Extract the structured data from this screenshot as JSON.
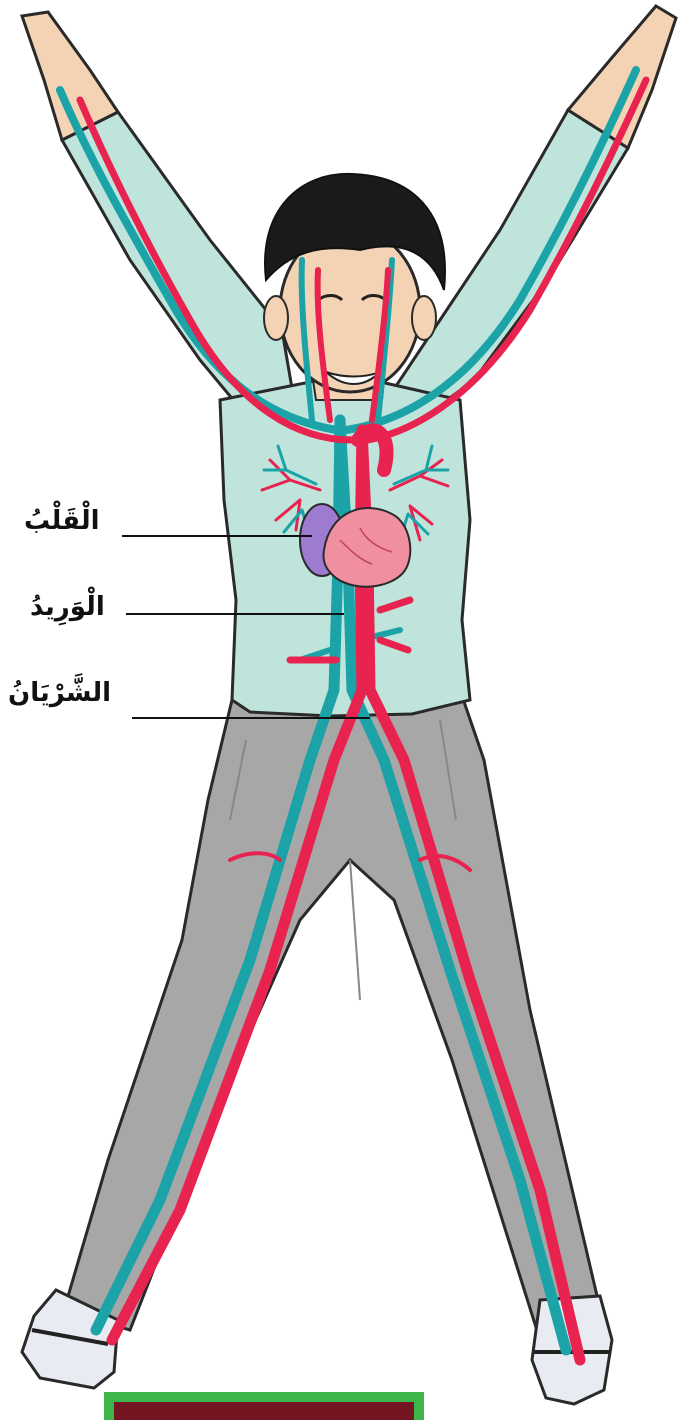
{
  "labels": {
    "heart": "الْقَلْبُ",
    "vein": "الْوَرِيدُ",
    "artery": "الشَّرْيَانُ"
  },
  "colors": {
    "artery": "#e8234f",
    "vein": "#1ba3a8",
    "shirt": "#bfe4dc",
    "pants": "#a9a9a9",
    "skin": "#f3d3b4",
    "hair": "#1a1a1a",
    "heart": "#f08fa0",
    "heart_atrium": "#9d7bd0",
    "frame_border": "#3cb54a"
  },
  "icons": {
    "heart": "heart-icon",
    "vein": "vein-icon",
    "artery": "artery-icon"
  }
}
